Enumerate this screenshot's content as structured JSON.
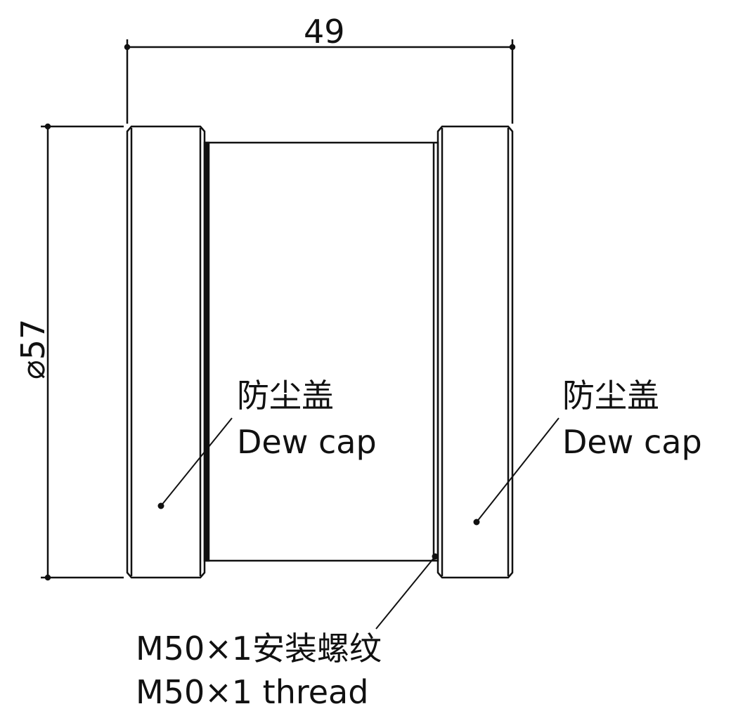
{
  "dimensions": {
    "width_label": "49",
    "diameter_label": "⌀57"
  },
  "labels": {
    "left_cap_cn": "防尘盖",
    "left_cap_en": "Dew cap",
    "right_cap_cn": "防尘盖",
    "right_cap_en": "Dew cap",
    "thread_cn": "M50×1安装螺纹",
    "thread_en": "M50×1 thread"
  },
  "colors": {
    "line": "#111111",
    "background": "#ffffff"
  }
}
